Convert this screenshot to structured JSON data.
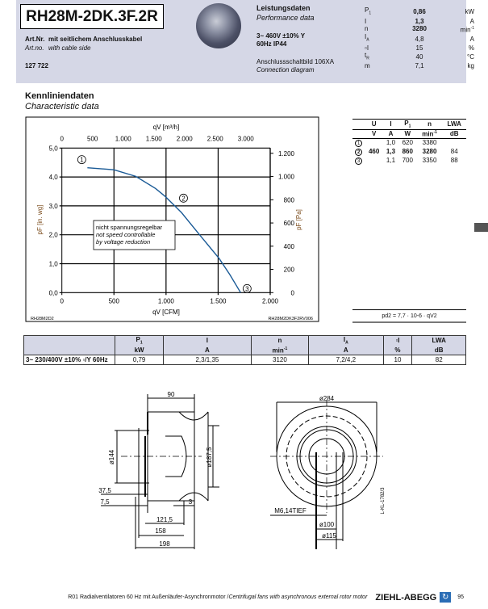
{
  "header": {
    "model": "RH28M-2DK.3F.2R",
    "art_label_de": "Art.Nr.",
    "art_desc_de": "mit seitlichem Anschlusskabel",
    "art_label_en": "Art.no.",
    "art_desc_en": "with cable side",
    "art_number": "127 722",
    "perf_title_de": "Leistungsdaten",
    "perf_title_en": "Performance data",
    "voltage": "3~ 460V ±10% Y",
    "freq": "60Hz  IP44",
    "conn_de": "Anschlussschaltbild 106XA",
    "conn_en": "Connection diagram",
    "perf": [
      {
        "sym": "P",
        "sub": "1",
        "val": "0,86",
        "unit": "kW",
        "bold": true
      },
      {
        "sym": "I",
        "sub": "",
        "val": "1,3",
        "unit": "A",
        "bold": true
      },
      {
        "sym": "n",
        "sub": "",
        "val": "3280",
        "unit": "min-1",
        "bold": true
      },
      {
        "sym": "I",
        "sub": "A",
        "val": "4,8",
        "unit": "A"
      },
      {
        "sym": "▫I",
        "sub": "",
        "val": "15",
        "unit": "%"
      },
      {
        "sym": "t",
        "sub": "R",
        "val": "40",
        "unit": "°C"
      },
      {
        "sym": "m",
        "sub": "",
        "val": "7,1",
        "unit": "kg"
      }
    ]
  },
  "section": {
    "title_de": "Kennliniendaten",
    "title_en": "Characteristic data"
  },
  "chart_data": {
    "type": "line",
    "title": "",
    "xlabel": "qV [CFM]",
    "xlabel_top": "qV [m³/h]",
    "ylabel": "pF [in. wg]",
    "ylabel_right": "pF [Pa]",
    "xlim": [
      0,
      2000
    ],
    "ylim": [
      0,
      5
    ],
    "xticks": [
      "0",
      "500",
      "1.000",
      "1.500",
      "2.000"
    ],
    "xtick_values": [
      0,
      500,
      1000,
      1500,
      2000
    ],
    "xticks_top": [
      "0",
      "500",
      "1.000",
      "1.500",
      "2.000",
      "2.500",
      "3.000"
    ],
    "xtick_top_values": [
      0,
      500,
      1000,
      1500,
      2000,
      2500,
      3000
    ],
    "yticks": [
      "0,0",
      "1,0",
      "2,0",
      "3,0",
      "4,0",
      "5,0"
    ],
    "ytick_values": [
      0,
      1,
      2,
      3,
      4,
      5
    ],
    "yticks_right": [
      "0",
      "200",
      "400",
      "600",
      "800",
      "1.000",
      "1.200"
    ],
    "ytick_right_values": [
      0,
      200,
      400,
      600,
      800,
      1000,
      1200
    ],
    "series": [
      {
        "name": "curve",
        "x": [
          245,
          500,
          710,
          900,
          994,
          1148,
          1329,
          1510,
          1613,
          1716
        ],
        "y": [
          4.32,
          4.25,
          4.02,
          3.6,
          3.32,
          2.77,
          1.97,
          1.18,
          0.62,
          0
        ]
      }
    ],
    "operating_points": [
      {
        "label": "1",
        "x": 245,
        "y": 4.32
      },
      {
        "label": "2",
        "x": 1090,
        "y": 3.1
      },
      {
        "label": "3",
        "x": 1716,
        "y": 0
      }
    ],
    "annotation": [
      "nicht spannungsregelbar",
      "not speed controllable",
      "by voltage reduction"
    ],
    "code_left": "RH28M2D2",
    "code_right": "RH28M2DK3F2RV006",
    "color": "#1a5a96"
  },
  "op_table": {
    "headers": [
      "U",
      "I",
      "P1",
      "n",
      "LWA"
    ],
    "units": [
      "V",
      "A",
      "W",
      "min-1",
      "dB"
    ],
    "rows": [
      {
        "pt": "1",
        "U": "",
        "I": "1,0",
        "P": "620",
        "n": "3380",
        "L": ""
      },
      {
        "pt": "2",
        "U": "460",
        "I": "1,3",
        "P": "860",
        "n": "3280",
        "L": "84"
      },
      {
        "pt": "3",
        "U": "",
        "I": "1,1",
        "P": "700",
        "n": "3350",
        "L": "88"
      }
    ]
  },
  "formula": "pd2 = 7,7 · 10-6 · qV2",
  "bottom_table": {
    "headers": [
      "P1",
      "I",
      "n",
      "IA",
      "▫I",
      "LWA"
    ],
    "units": [
      "kW",
      "A",
      "min-1",
      "A",
      "%",
      "dB"
    ],
    "row_label": "3~ 230/400V ±10% ▫/Y 60Hz",
    "values": [
      "0,79",
      "2,3/1,35",
      "3120",
      "7,2/4,2",
      "10",
      "82"
    ]
  },
  "drawing": {
    "dims_side": [
      "90",
      "ø144",
      "ø187,5",
      "37,5",
      "7,5",
      "121,5",
      "3",
      "158",
      "198"
    ],
    "dims_front": [
      "ø284",
      "M6,14TIEF",
      "ø100",
      "ø115",
      "L-KL-1782/3"
    ]
  },
  "footer": {
    "text_de": "R01 Radialventilatoren 60 Hz mit Außenläufer-Asynchronmotor / ",
    "text_en": "Centrifugal fans with asynchronous external rotor motor",
    "brand": "ZIEHL-ABEGG",
    "page": "95"
  }
}
